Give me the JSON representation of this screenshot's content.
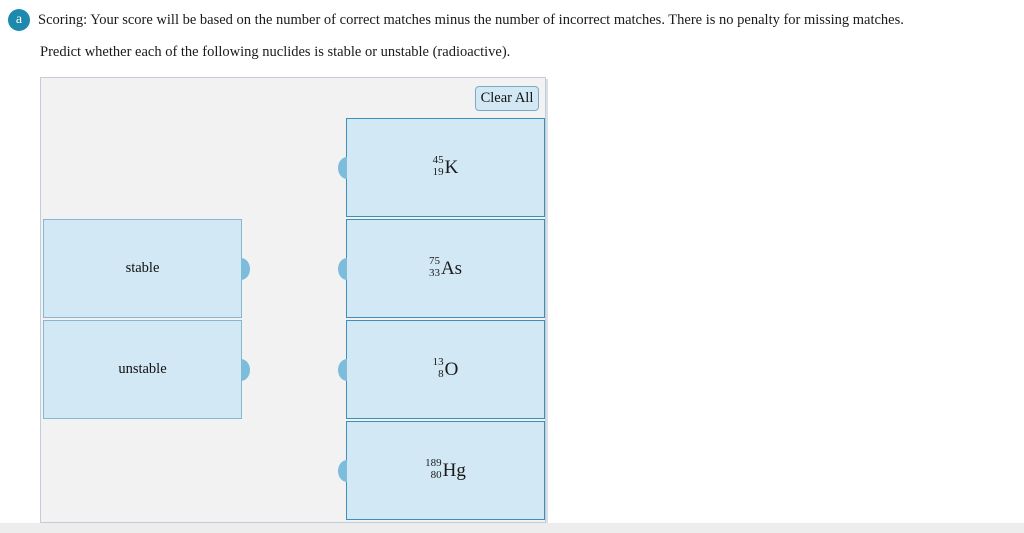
{
  "scoring": {
    "badge_letter": "a",
    "text": "Scoring: Your score will be based on the number of correct matches minus the number of incorrect matches. There is no penalty for missing matches."
  },
  "question": {
    "prompt": "Predict whether each of the following nuclides is stable or unstable (radioactive)."
  },
  "panel": {
    "clear_all_label": "Clear All"
  },
  "categories": [
    {
      "label": "stable"
    },
    {
      "label": "unstable"
    }
  ],
  "nuclides": [
    {
      "mass_number": "45",
      "atomic_number": "19",
      "symbol": "K"
    },
    {
      "mass_number": "75",
      "atomic_number": "33",
      "symbol": "As"
    },
    {
      "mass_number": "13",
      "atomic_number": "8",
      "symbol": "O"
    },
    {
      "mass_number": "189",
      "atomic_number": "80",
      "symbol": "Hg"
    }
  ],
  "colors": {
    "badge": "#1c89ad",
    "tile_fill": "#d3e8f5",
    "tile_border": "#3d8fb8",
    "category_border": "#85b7d4",
    "knob": "#7dbcdb",
    "panel_bg": "#f2f2f2",
    "panel_border": "#c3ccd8"
  }
}
